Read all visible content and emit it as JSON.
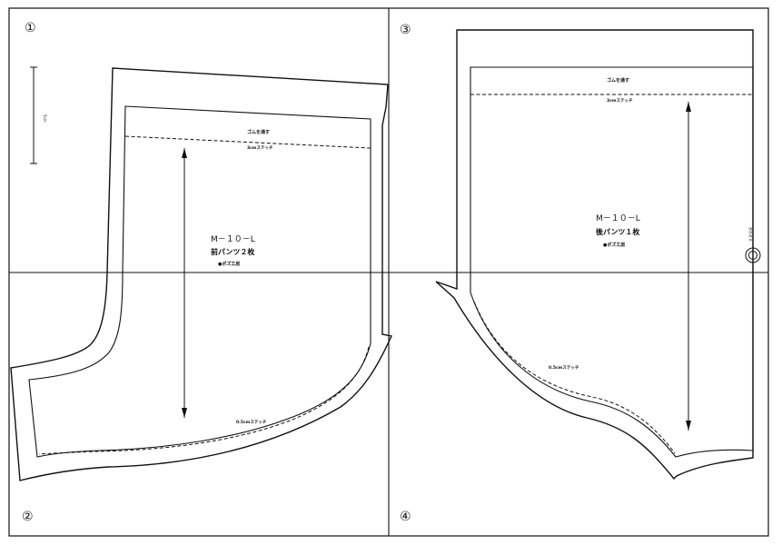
{
  "page_markers": {
    "one": "①",
    "two": "②",
    "three": "③",
    "four": "④"
  },
  "scale_mark": {
    "label": "5cm"
  },
  "front_pattern": {
    "code": "M－１０－L",
    "name": "前パンツ２枚",
    "brand": "●ポズ工房",
    "waist_note": "ゴムを通す",
    "waist_stitch": "3cmステッチ",
    "hem_stitch": "0.5cmステッチ"
  },
  "back_pattern": {
    "code": "M－１０－L",
    "name": "後パンツ１枚",
    "brand": "●ポズ工房",
    "waist_note": "ゴムを通す",
    "waist_stitch": "3cmステッチ",
    "hem_stitch": "0.5cmステッチ",
    "side_note": "合わせる"
  },
  "colors": {
    "line": "#111111",
    "paper": "#ffffff"
  }
}
